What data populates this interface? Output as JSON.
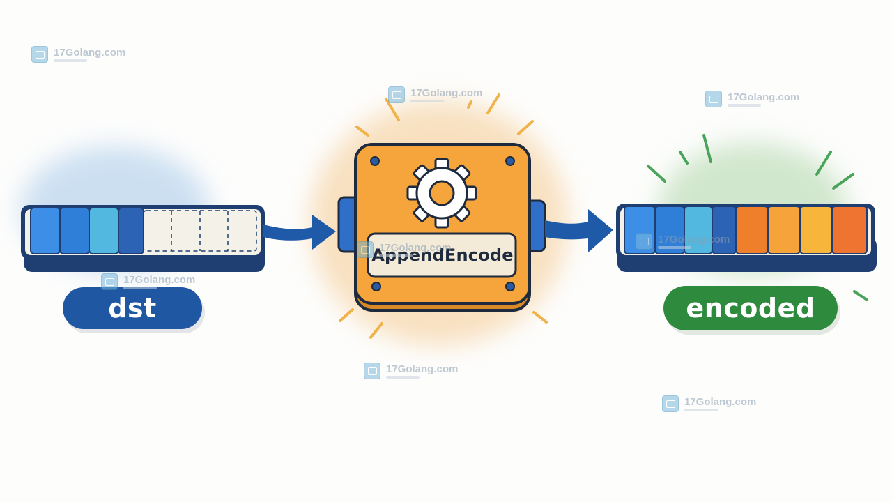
{
  "labels": {
    "input": "dst",
    "function": "AppendEncode",
    "output": "encoded"
  },
  "watermark": {
    "site": "17Golang.com"
  },
  "colors": {
    "dst_label": "#1f57a3",
    "encoded_label": "#2e8b3e",
    "machine": "#f5a53c",
    "arrow": "#1f5aa8",
    "existing_bytes": [
      "#3d8ee6",
      "#2f7fd9",
      "#52b8e0",
      "#2d63b4"
    ],
    "appended_bytes": [
      "#f07f2b",
      "#f5a33a",
      "#f7b53c",
      "#f07431"
    ]
  },
  "icons": {
    "machine": "gear-icon",
    "arrows": "right-arrow-icon"
  }
}
